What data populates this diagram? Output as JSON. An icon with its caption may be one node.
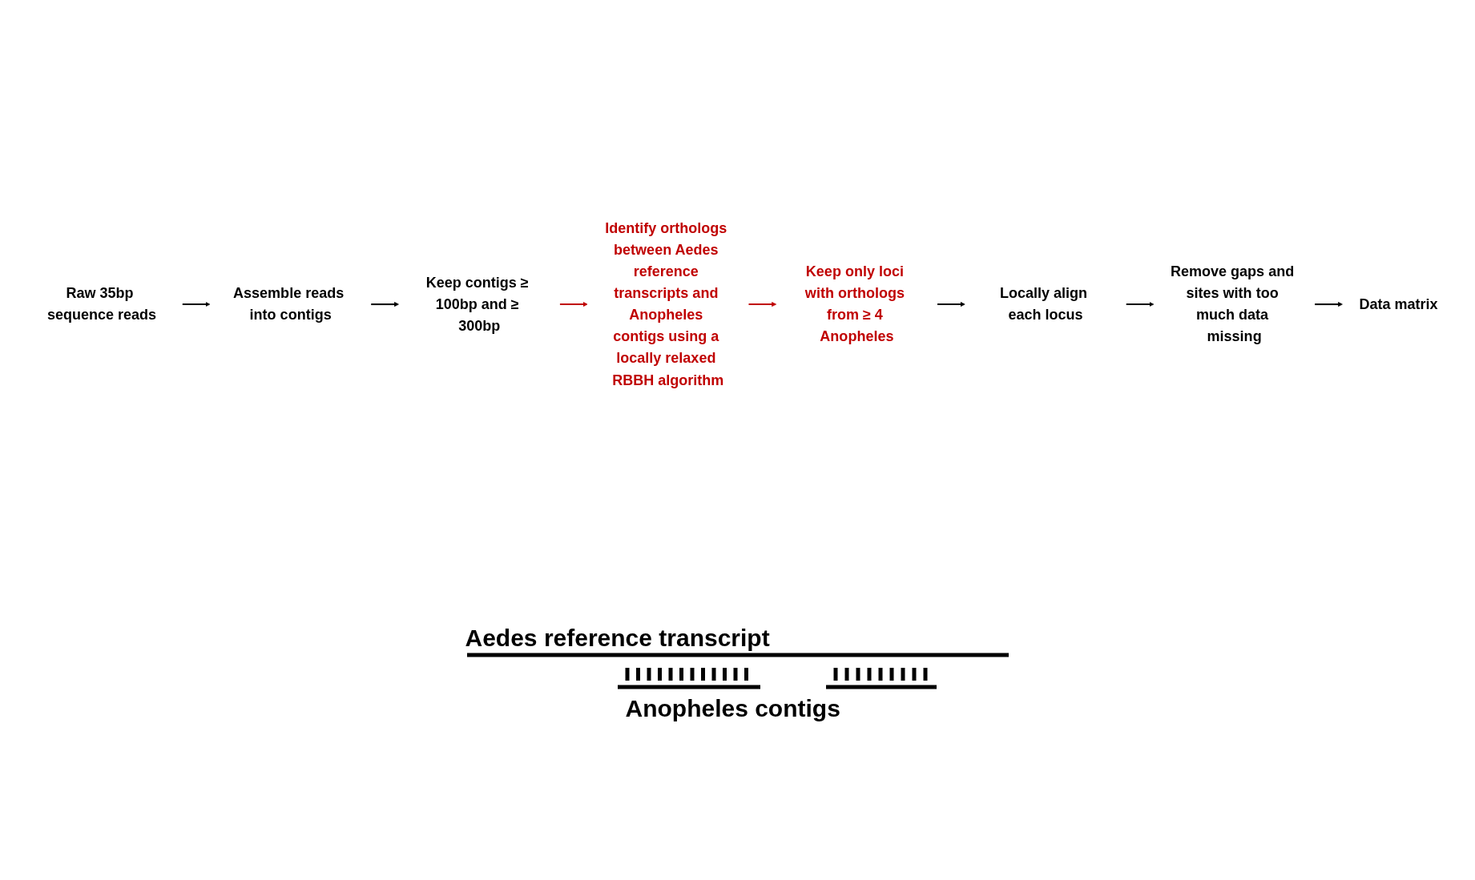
{
  "diagram": {
    "nodes": [
      {
        "text": [
          "Raw 35bp sequence reads"
        ]
      },
      {
        "text": [
          "Assemble reads into contigs"
        ]
      },
      {
        "text": [
          "Keep contigs ≥ 100bp and ≥ 300bp"
        ]
      },
      {
        "text": [
          "Identify orthologs between Aedes reference transcripts and Anopheles contigs using a locally relaxed RBBH algorithm"
        ]
      },
      {
        "text": [
          "Keep only loci with orthologs from ≥ 4 Anopheles"
        ]
      },
      {
        "text": [
          "Locally align each locus"
        ]
      },
      {
        "text": [
          "Remove gaps and sites with too much data missing"
        ]
      },
      {
        "text": [
          "Data matrix"
        ]
      }
    ],
    "edges": [
      {
        "from": 0,
        "to": 1,
        "arrow": "to"
      },
      {
        "from": 1,
        "to": 2,
        "arrow": "to"
      },
      {
        "from": 2,
        "to": 3,
        "arrow": "to",
        "color": "#c00000"
      },
      {
        "from": 3,
        "to": 4,
        "arrow": "to",
        "color": "#c00000"
      },
      {
        "from": 4,
        "to": 5,
        "arrow": "to"
      },
      {
        "from": 5,
        "to": 6,
        "arrow": "to"
      },
      {
        "from": 6,
        "to": 7,
        "arrow": "to"
      }
    ],
    "labels": [
      "Aedes reference transcript",
      "Anopheles contigs"
    ]
  }
}
